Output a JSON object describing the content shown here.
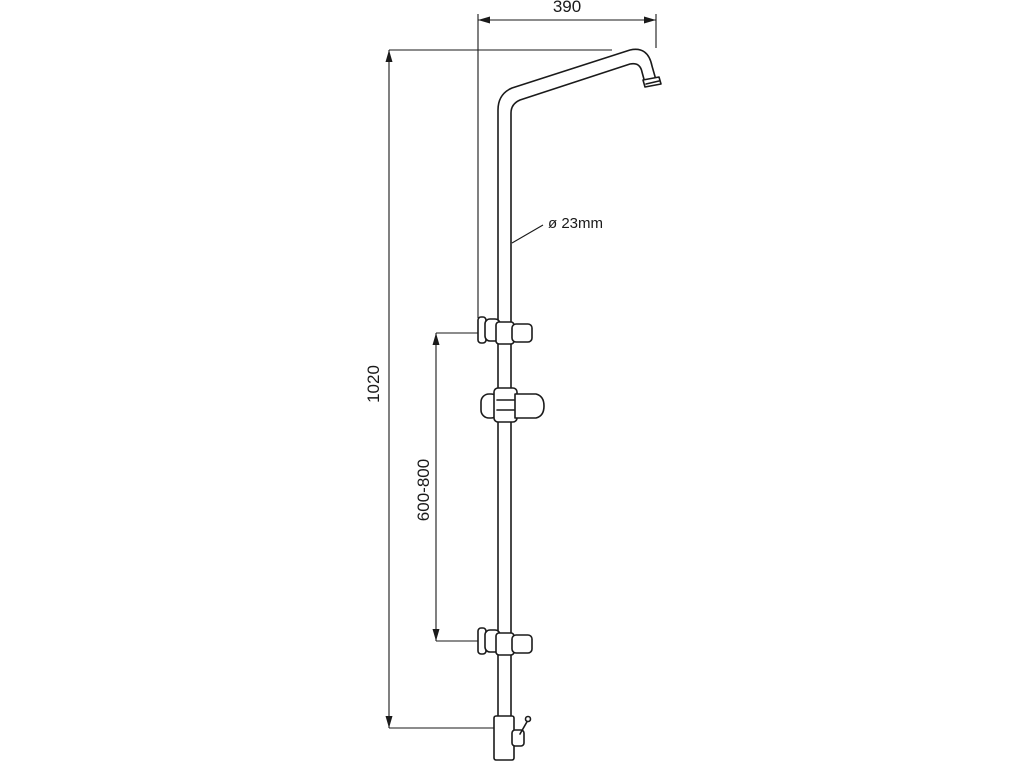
{
  "dimensions": {
    "width_label": "390",
    "height_label": "1020",
    "bracket_spacing_label": "600-800",
    "pipe_diameter_label": "ø 23mm"
  }
}
